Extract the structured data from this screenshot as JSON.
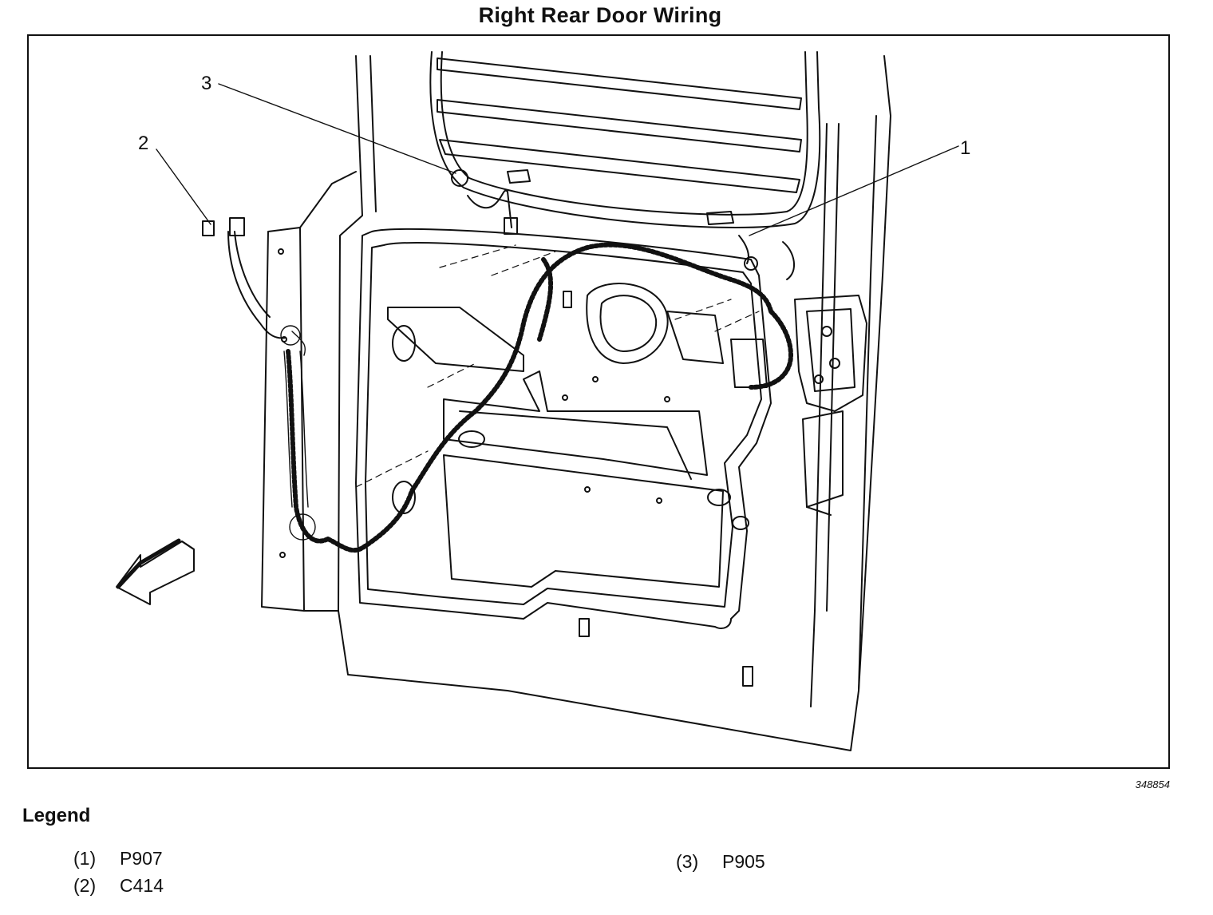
{
  "title": "Right Rear Door Wiring",
  "figure_id": "348854",
  "callouts": [
    {
      "label": "1"
    },
    {
      "label": "2"
    },
    {
      "label": "3"
    }
  ],
  "legend": {
    "heading": "Legend",
    "items": [
      {
        "number": "(1)",
        "code": "P907"
      },
      {
        "number": "(2)",
        "code": "C414"
      },
      {
        "number": "(3)",
        "code": "P905"
      }
    ]
  }
}
